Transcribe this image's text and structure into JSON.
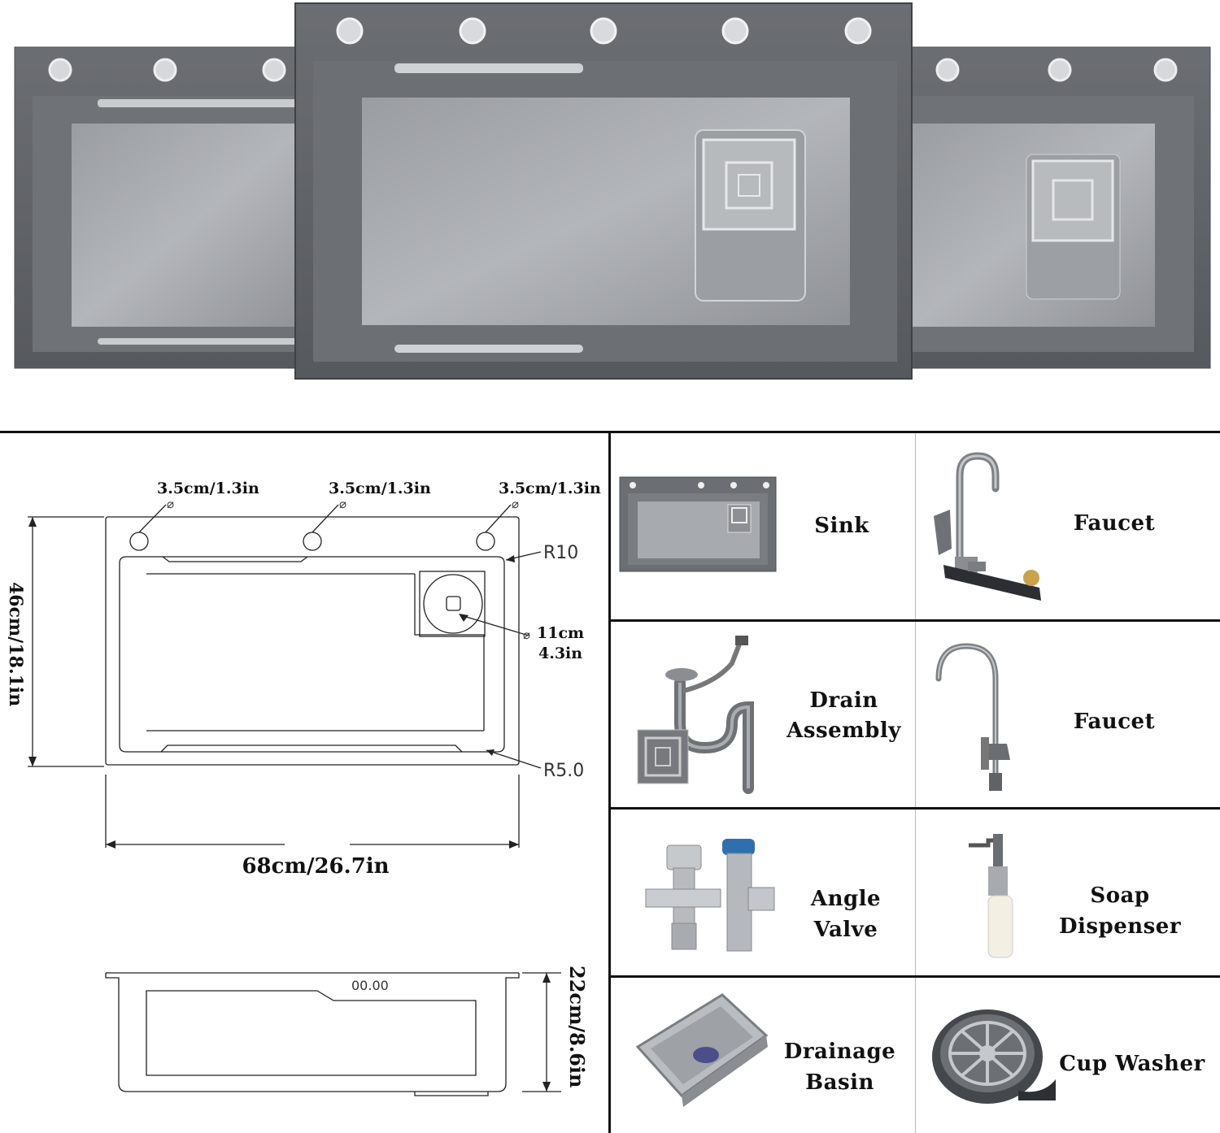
{
  "colors": {
    "steel_dark": "#5c5f63",
    "steel_mid": "#85888c",
    "steel_light": "#b8bbbf",
    "line": "#111111"
  },
  "drawing": {
    "hole_dia_1": "3.5cm/1.3in",
    "hole_dia_2": "3.5cm/1.3in",
    "hole_dia_3": "3.5cm/1.3in",
    "radius_top": "R10",
    "radius_bottom": "R5.0",
    "drain_dia_1": "11cm",
    "drain_dia_2": "4.3in",
    "height": "46cm/18.1in",
    "width": "68cm/26.7in",
    "depth": "22cm/8.6in",
    "side_marking": "00.00"
  },
  "parts": [
    {
      "label_1": "Sink",
      "label_2": ""
    },
    {
      "label_1": "Faucet",
      "label_2": ""
    },
    {
      "label_1": "Drain",
      "label_2": "Assembly"
    },
    {
      "label_1": "Faucet",
      "label_2": ""
    },
    {
      "label_1": "Angle Valve",
      "label_2": ""
    },
    {
      "label_1": "Soap Dispenser",
      "label_2": ""
    },
    {
      "label_1": "Drainage",
      "label_2": "Basin"
    },
    {
      "label_1": "Cup Washer",
      "label_2": ""
    }
  ]
}
